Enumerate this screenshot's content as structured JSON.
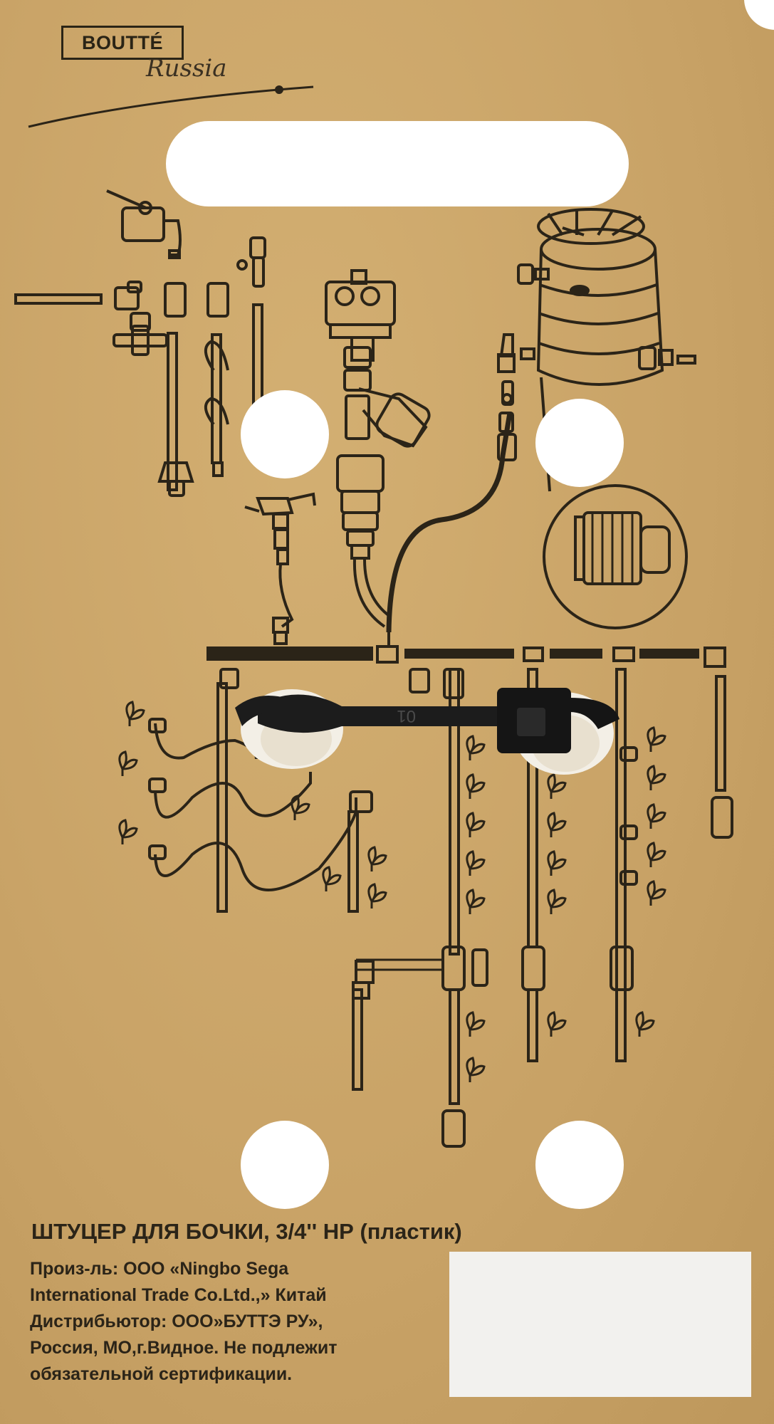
{
  "card": {
    "brand": "BOUTTÉ",
    "signature": "Russia",
    "colors": {
      "card": "#c9a468",
      "ink": "#2b2418",
      "label": "#f2f1ee"
    },
    "product_title": "ШТУЦЕР ДЛЯ БОЧКИ, 3/4'' НР (пластик)",
    "description_lines": [
      "Произ-ль: ООО «Ningbo Sega",
      "International Trade Co.Ltd.,» Китай",
      "Дистрибьютор: ООО»БУТТЭ РУ»,",
      "Россия, МО,г.Видное. Не подлежит",
      "обязательной сертификации."
    ],
    "cable_tie_marking": "01"
  }
}
